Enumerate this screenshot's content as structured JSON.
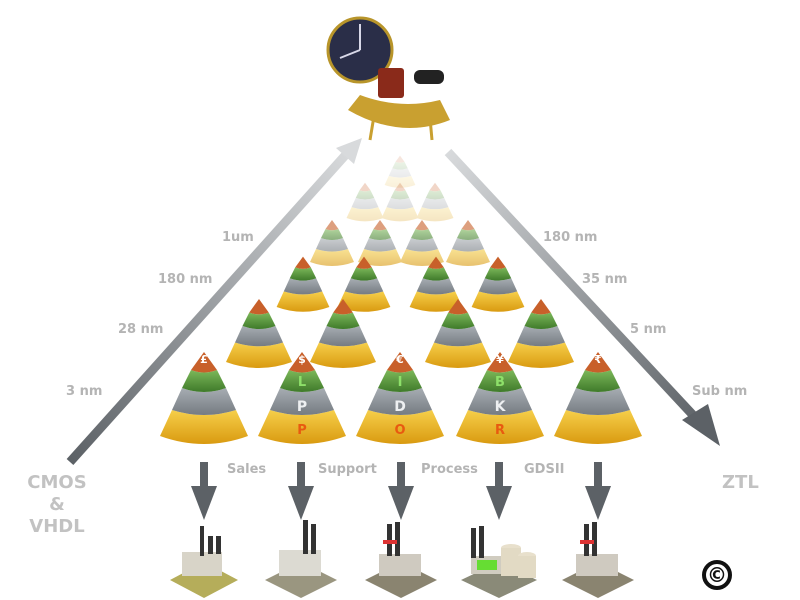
{
  "left_axis": {
    "labels": [
      "1um",
      "180 nm",
      "28 nm",
      "3 nm"
    ],
    "origin_label": [
      "CMOS",
      "&",
      "VHDL"
    ]
  },
  "right_axis": {
    "labels": [
      "180 nm",
      "35 nm",
      "5 nm",
      "Sub nm"
    ],
    "end_label": "ZTL"
  },
  "front_row": [
    {
      "currency": "£",
      "letters": [
        "",
        "",
        ""
      ]
    },
    {
      "currency": "$",
      "letters": [
        "L",
        "P",
        "P"
      ]
    },
    {
      "currency": "€",
      "letters": [
        "I",
        "D",
        "O"
      ]
    },
    {
      "currency": "¥",
      "letters": [
        "B",
        "K",
        "R"
      ]
    },
    {
      "currency": "₹",
      "letters": [
        "",
        "",
        ""
      ]
    }
  ],
  "flow_labels": [
    "Sales",
    "Support",
    "Process",
    "GDSII"
  ],
  "top_icon": "time-machine-icon",
  "bottom_icons": [
    "factory-icon",
    "factory-icon",
    "factory-icon",
    "power-plant-icon",
    "factory-icon"
  ],
  "copyright_symbol": "©",
  "colors": {
    "cone_top": "#c8602a",
    "cone_green": "#5a9a3a",
    "cone_gray": "#8a9096",
    "cone_yellow": "#e8b020",
    "arrow": "#5c6166",
    "label": "#b4b4b4"
  }
}
